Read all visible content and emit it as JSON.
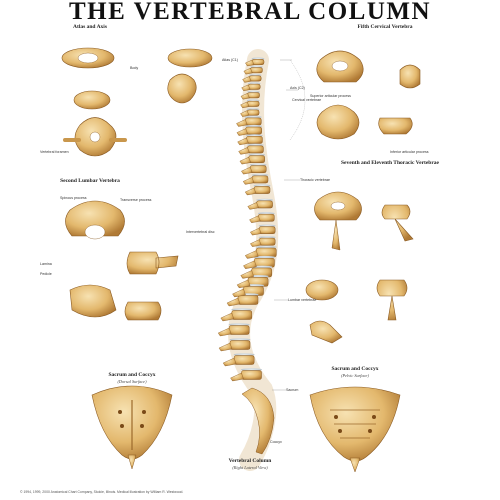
{
  "title": "THE VERTEBRAL COLUMN",
  "sections": {
    "atlas_axis": "Atlas and Axis",
    "fifth_cervical": "Fifth Cervical Vertebra",
    "second_lumbar": "Second Lumbar Vertebra",
    "thoracic": "Seventh and Eleventh Thoracic Vertebrae",
    "sacrum_left": "Sacrum and Coccyx",
    "sacrum_left_sub": "(Dorsal Surface)",
    "sacrum_right": "Sacrum and Coccyx",
    "sacrum_right_sub": "(Pelvic Surface)",
    "column": "Vertebral Column",
    "column_sub": "(Right Lateral View)"
  },
  "labels": {
    "atlas_c1": "Atlas (C1)",
    "axis_c2": "Axis (C2)",
    "cervical": "Cervical vertebrae",
    "thoracic": "Thoracic vertebrae",
    "lumbar": "Lumbar vertebrae",
    "sacrum": "Sacrum",
    "coccyx": "Coccyx",
    "body": "Body",
    "spinous": "Spinous process",
    "transverse": "Transverse process",
    "lamina": "Lamina",
    "pedicle": "Pedicle",
    "intervertebral": "Intervertebral disc",
    "superior_art": "Superior articular process",
    "inferior_art": "Inferior articular process",
    "vertebral_foramen": "Vertebral foramen"
  },
  "footer": "© 1994, 1999, 2000 Anatomical Chart Company, Skokie, Illinois. Medical illustration by William R. Westwood."
}
